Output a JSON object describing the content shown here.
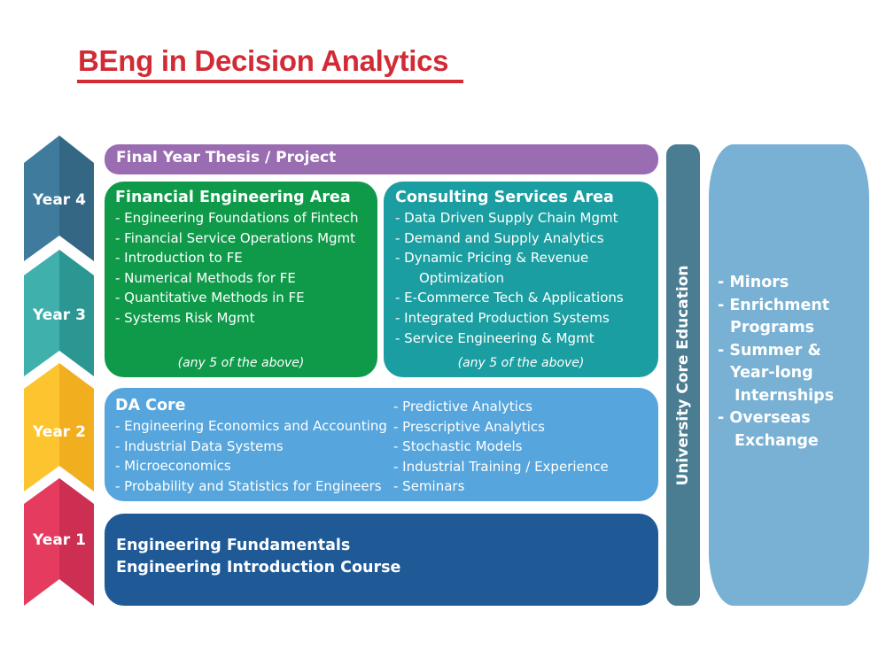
{
  "title": "BEng in Decision Analytics",
  "years": [
    {
      "label": "Year 4",
      "light": "#3f7b9d",
      "dark": "#336783"
    },
    {
      "label": "Year 3",
      "light": "#40b0ac",
      "dark": "#2c9792"
    },
    {
      "label": "Year 2",
      "light": "#fcc52f",
      "dark": "#f1ae1f"
    },
    {
      "label": "Year 1",
      "light": "#e43b5e",
      "dark": "#cd2f53"
    }
  ],
  "thesis": "Final Year Thesis / Project",
  "financial": {
    "heading": "Financial Engineering Area",
    "items": [
      "- Engineering Foundations of Fintech",
      "- Financial Service Operations Mgmt",
      "- Introduction to FE",
      "- Numerical Methods for FE",
      "- Quantitative Methods in FE",
      "- Systems Risk Mgmt"
    ],
    "note": "(any 5 of the above)"
  },
  "consulting": {
    "heading": "Consulting Services Area",
    "items": [
      "- Data Driven Supply Chain Mgmt",
      "- Demand and Supply Analytics",
      "- Dynamic Pricing & Revenue",
      "Optimization",
      "- E-Commerce Tech & Applications",
      "- Integrated Production Systems",
      "- Service Engineering & Mgmt"
    ],
    "note": "(any 5 of the above)"
  },
  "da_core": {
    "heading": "DA Core",
    "left": [
      "- Engineering Economics and Accounting",
      "- Industrial Data Systems",
      "- Microeconomics",
      "- Probability and Statistics for Engineers"
    ],
    "right": [
      "- Predictive Analytics",
      "- Prescriptive Analytics",
      "- Stochastic Models",
      "- Industrial Training / Experience",
      "- Seminars"
    ]
  },
  "year1": [
    "Engineering Fundamentals",
    "Engineering Introduction Course"
  ],
  "university_core": "University Core Education",
  "options": [
    "- Minors",
    "- Enrichment",
    "Programs",
    "- Summer &",
    "Year-long",
    "Internships",
    "- Overseas",
    "Exchange"
  ]
}
